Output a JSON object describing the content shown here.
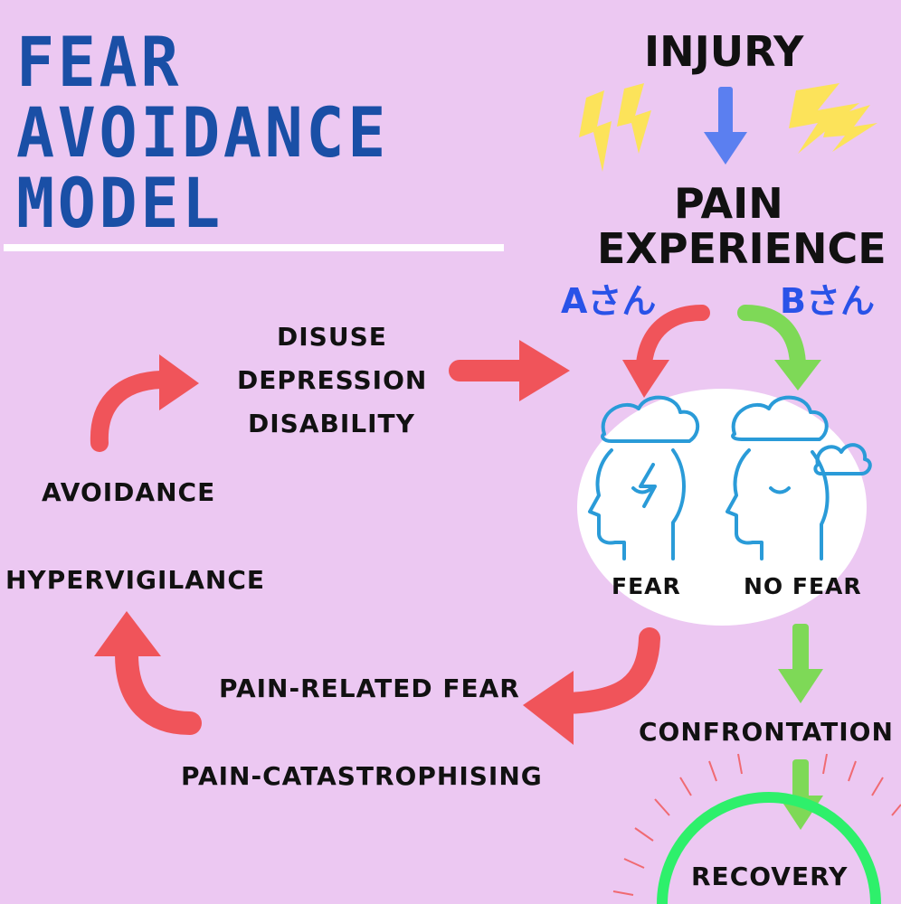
{
  "title": {
    "line1": "FEAR",
    "line2": "AVOIDANCE",
    "line3": "MODEL"
  },
  "nodes": {
    "injury": "INJURY",
    "pain_experience_1": "PAIN",
    "pain_experience_2": "EXPERIENCE",
    "person_a": "Aさん",
    "person_b": "Bさん",
    "fear": "FEAR",
    "no_fear": "NO FEAR",
    "disuse_1": "DISUSE",
    "disuse_2": "DEPRESSION",
    "disuse_3": "DISABILITY",
    "avoidance": "AVOIDANCE",
    "hypervigilance": "HYPERVIGILANCE",
    "pain_related_fear": "PAIN-RELATED FEAR",
    "pain_catastrophising": "PAIN-CATASTROPHISING",
    "confrontation": "CONFRONTATION",
    "recovery": "RECOVERY"
  },
  "colors": {
    "background": "#ecc8f2",
    "title": "#1a4fa6",
    "fear_path": "#f0545a",
    "no_fear_path": "#7ed957",
    "injury_arrow": "#5b7ff0",
    "lightning": "#fce35a",
    "head_icon": "#2a9bd8",
    "recovery_arc": "#2ef06b",
    "person_label": "#2952e8"
  },
  "icons": {
    "lightning_left": "lightning-bolts-icon",
    "lightning_right": "lightning-bolts-icon",
    "fear_head": "stormy-head-icon",
    "no_fear_head": "calm-head-icon",
    "recovery": "sunrise-arc-icon"
  }
}
